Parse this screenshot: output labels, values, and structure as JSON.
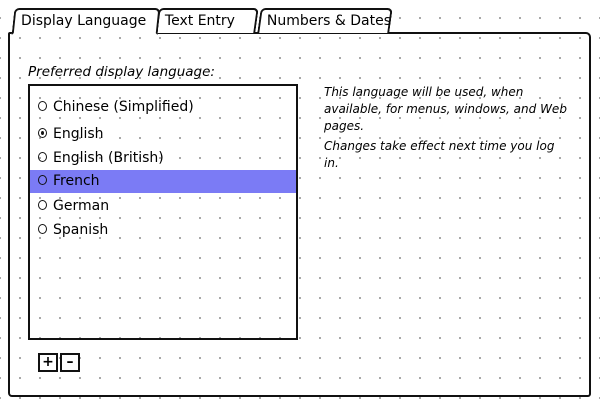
{
  "tabs": [
    {
      "label": "Display Language",
      "active": true
    },
    {
      "label": "Text Entry",
      "active": false
    },
    {
      "label": "Numbers & Dates",
      "active": false
    }
  ],
  "language_section": {
    "label": "Preferred display language:",
    "options": [
      {
        "label": "Chinese (Simplified)",
        "checked": false,
        "highlighted": false
      },
      {
        "label": "English",
        "checked": true,
        "highlighted": false
      },
      {
        "label": "English (British)",
        "checked": false,
        "highlighted": false
      },
      {
        "label": "French",
        "checked": false,
        "highlighted": true
      },
      {
        "label": "German",
        "checked": false,
        "highlighted": false
      },
      {
        "label": "Spanish",
        "checked": false,
        "highlighted": false
      }
    ]
  },
  "help": {
    "line1": "This language will be used, when available, for menus, windows, and Web pages.",
    "line2": "Changes take effect next time you log in."
  },
  "buttons": {
    "add_label": "+",
    "remove_label": "–"
  },
  "colors": {
    "selection": "#7b7bf5",
    "ink": "#111111",
    "grid_dot": "#9a9a9a"
  }
}
